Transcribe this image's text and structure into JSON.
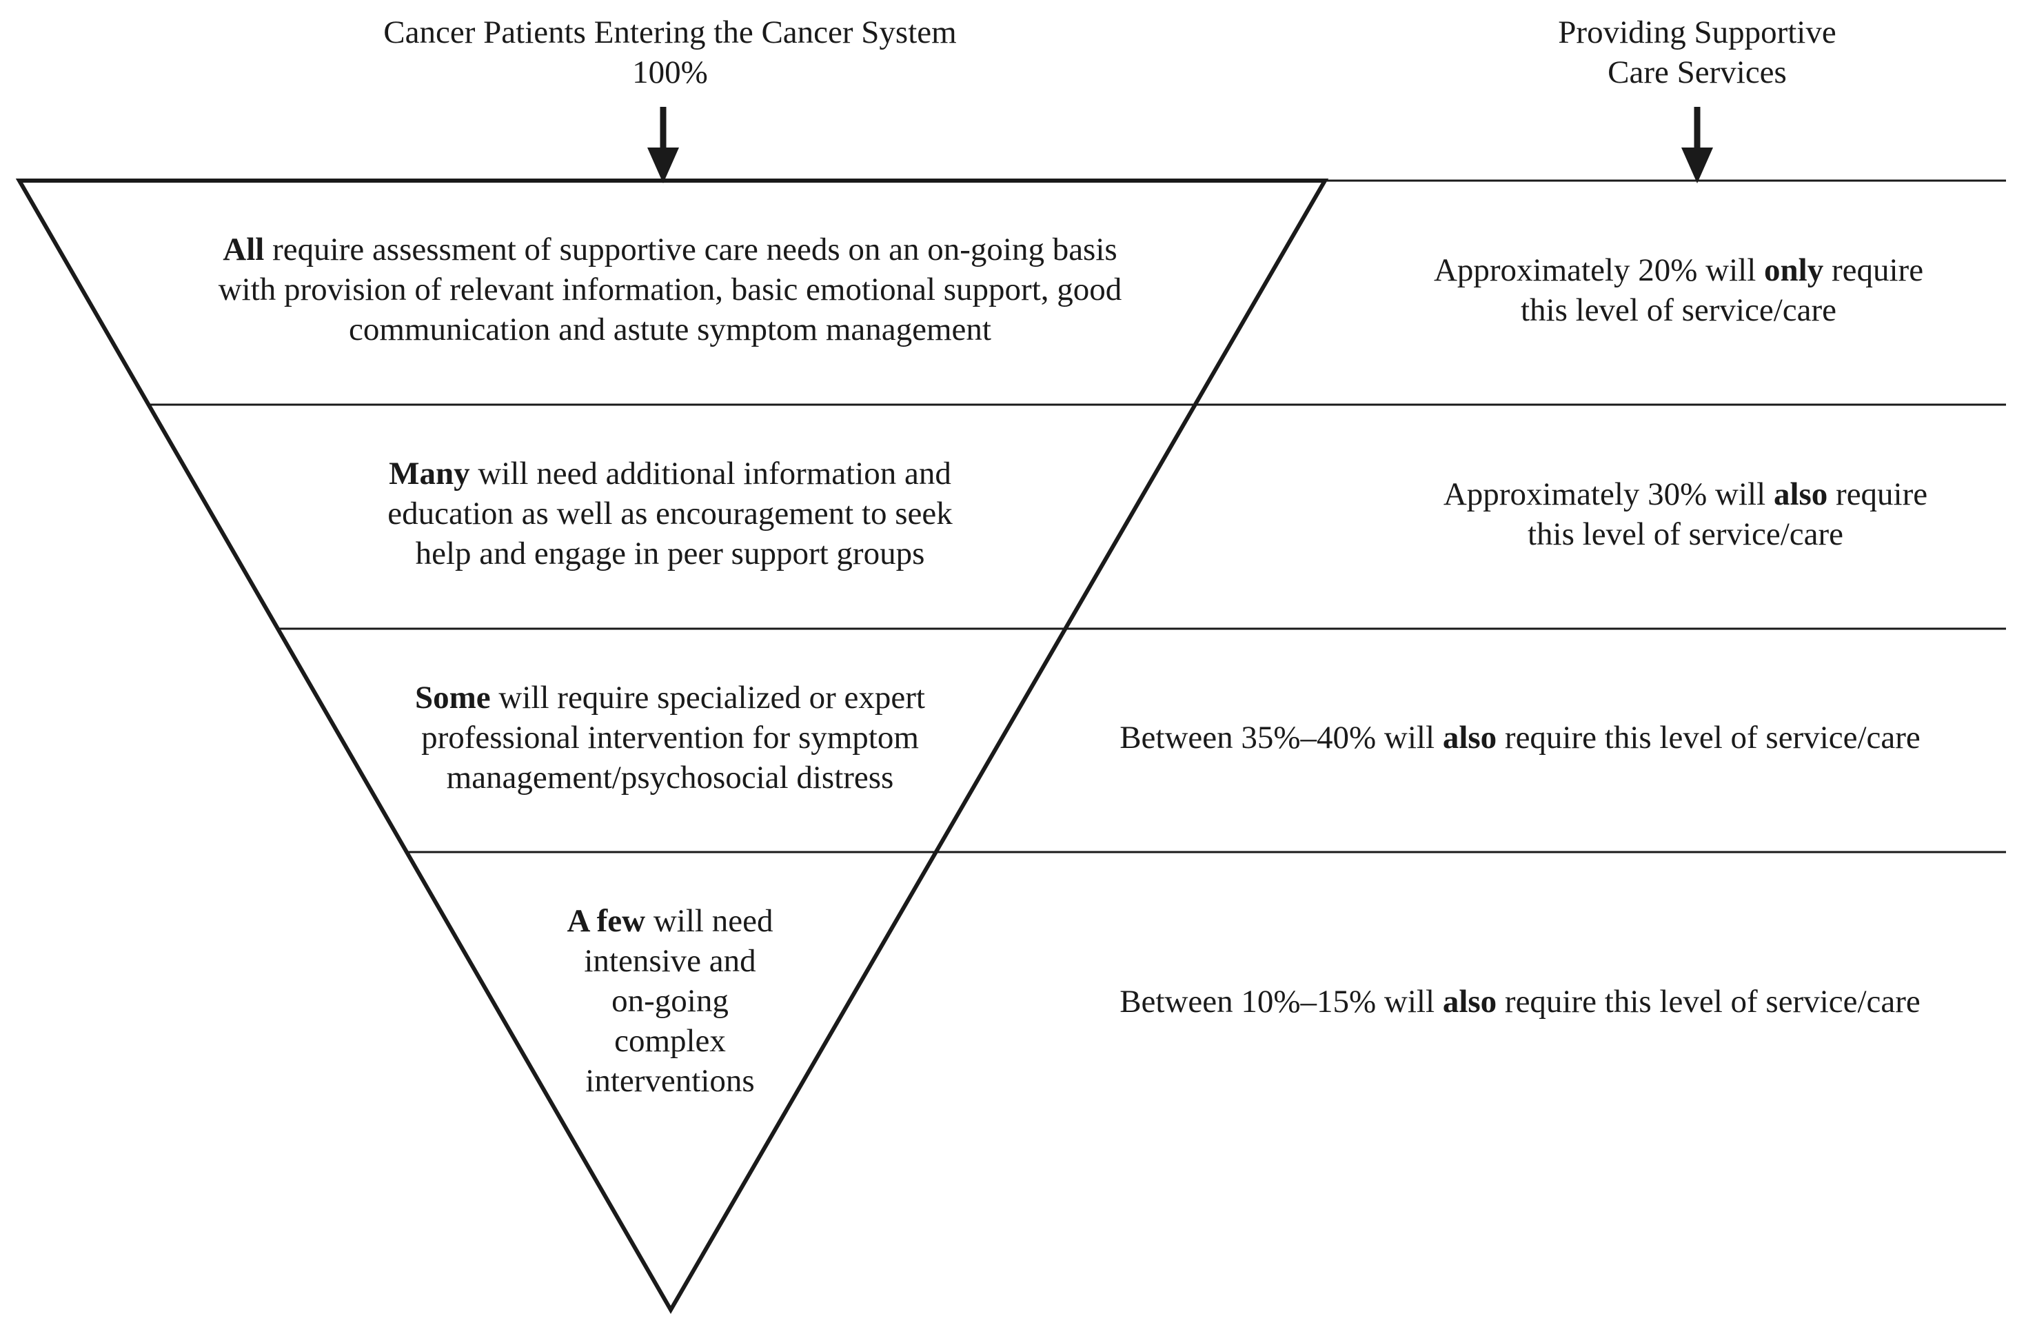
{
  "header": {
    "left": {
      "line1": "Cancer Patients Entering the Cancer System",
      "line2": "100%"
    },
    "right": {
      "line1": "Providing Supportive",
      "line2": "Care Services"
    }
  },
  "tiers": [
    {
      "bold": "All",
      "line1_rest": " require assessment of supportive care needs on an on-going basis",
      "line2": "with provision of relevant information, basic emotional support, good",
      "line3": "communication and astute symptom management",
      "right_pre": "Approximately 20% will ",
      "right_bold": "only",
      "right_post": " require",
      "right_line2": "this level of service/care"
    },
    {
      "bold": "Many",
      "line1_rest": " will need additional information and",
      "line2": "education as well as encouragement to seek",
      "line3": "help and engage in peer support groups",
      "right_pre": "Approximately 30% will ",
      "right_bold": "also",
      "right_post": " require",
      "right_line2": "this level of service/care"
    },
    {
      "bold": "Some",
      "line1_rest": " will require specialized or expert",
      "line2": "professional intervention for symptom",
      "line3": "management/psychosocial distress",
      "right_pre": "Between 35%–40% will ",
      "right_bold": "also",
      "right_post": " require this level of service/care"
    },
    {
      "bold": "A few",
      "line1_rest": " will need",
      "line2": "intensive and",
      "line3": "on-going",
      "line4": "complex",
      "line5": "interventions",
      "right_pre": "Between 10%–15% will ",
      "right_bold": "also",
      "right_post": " require this level of service/care"
    }
  ]
}
